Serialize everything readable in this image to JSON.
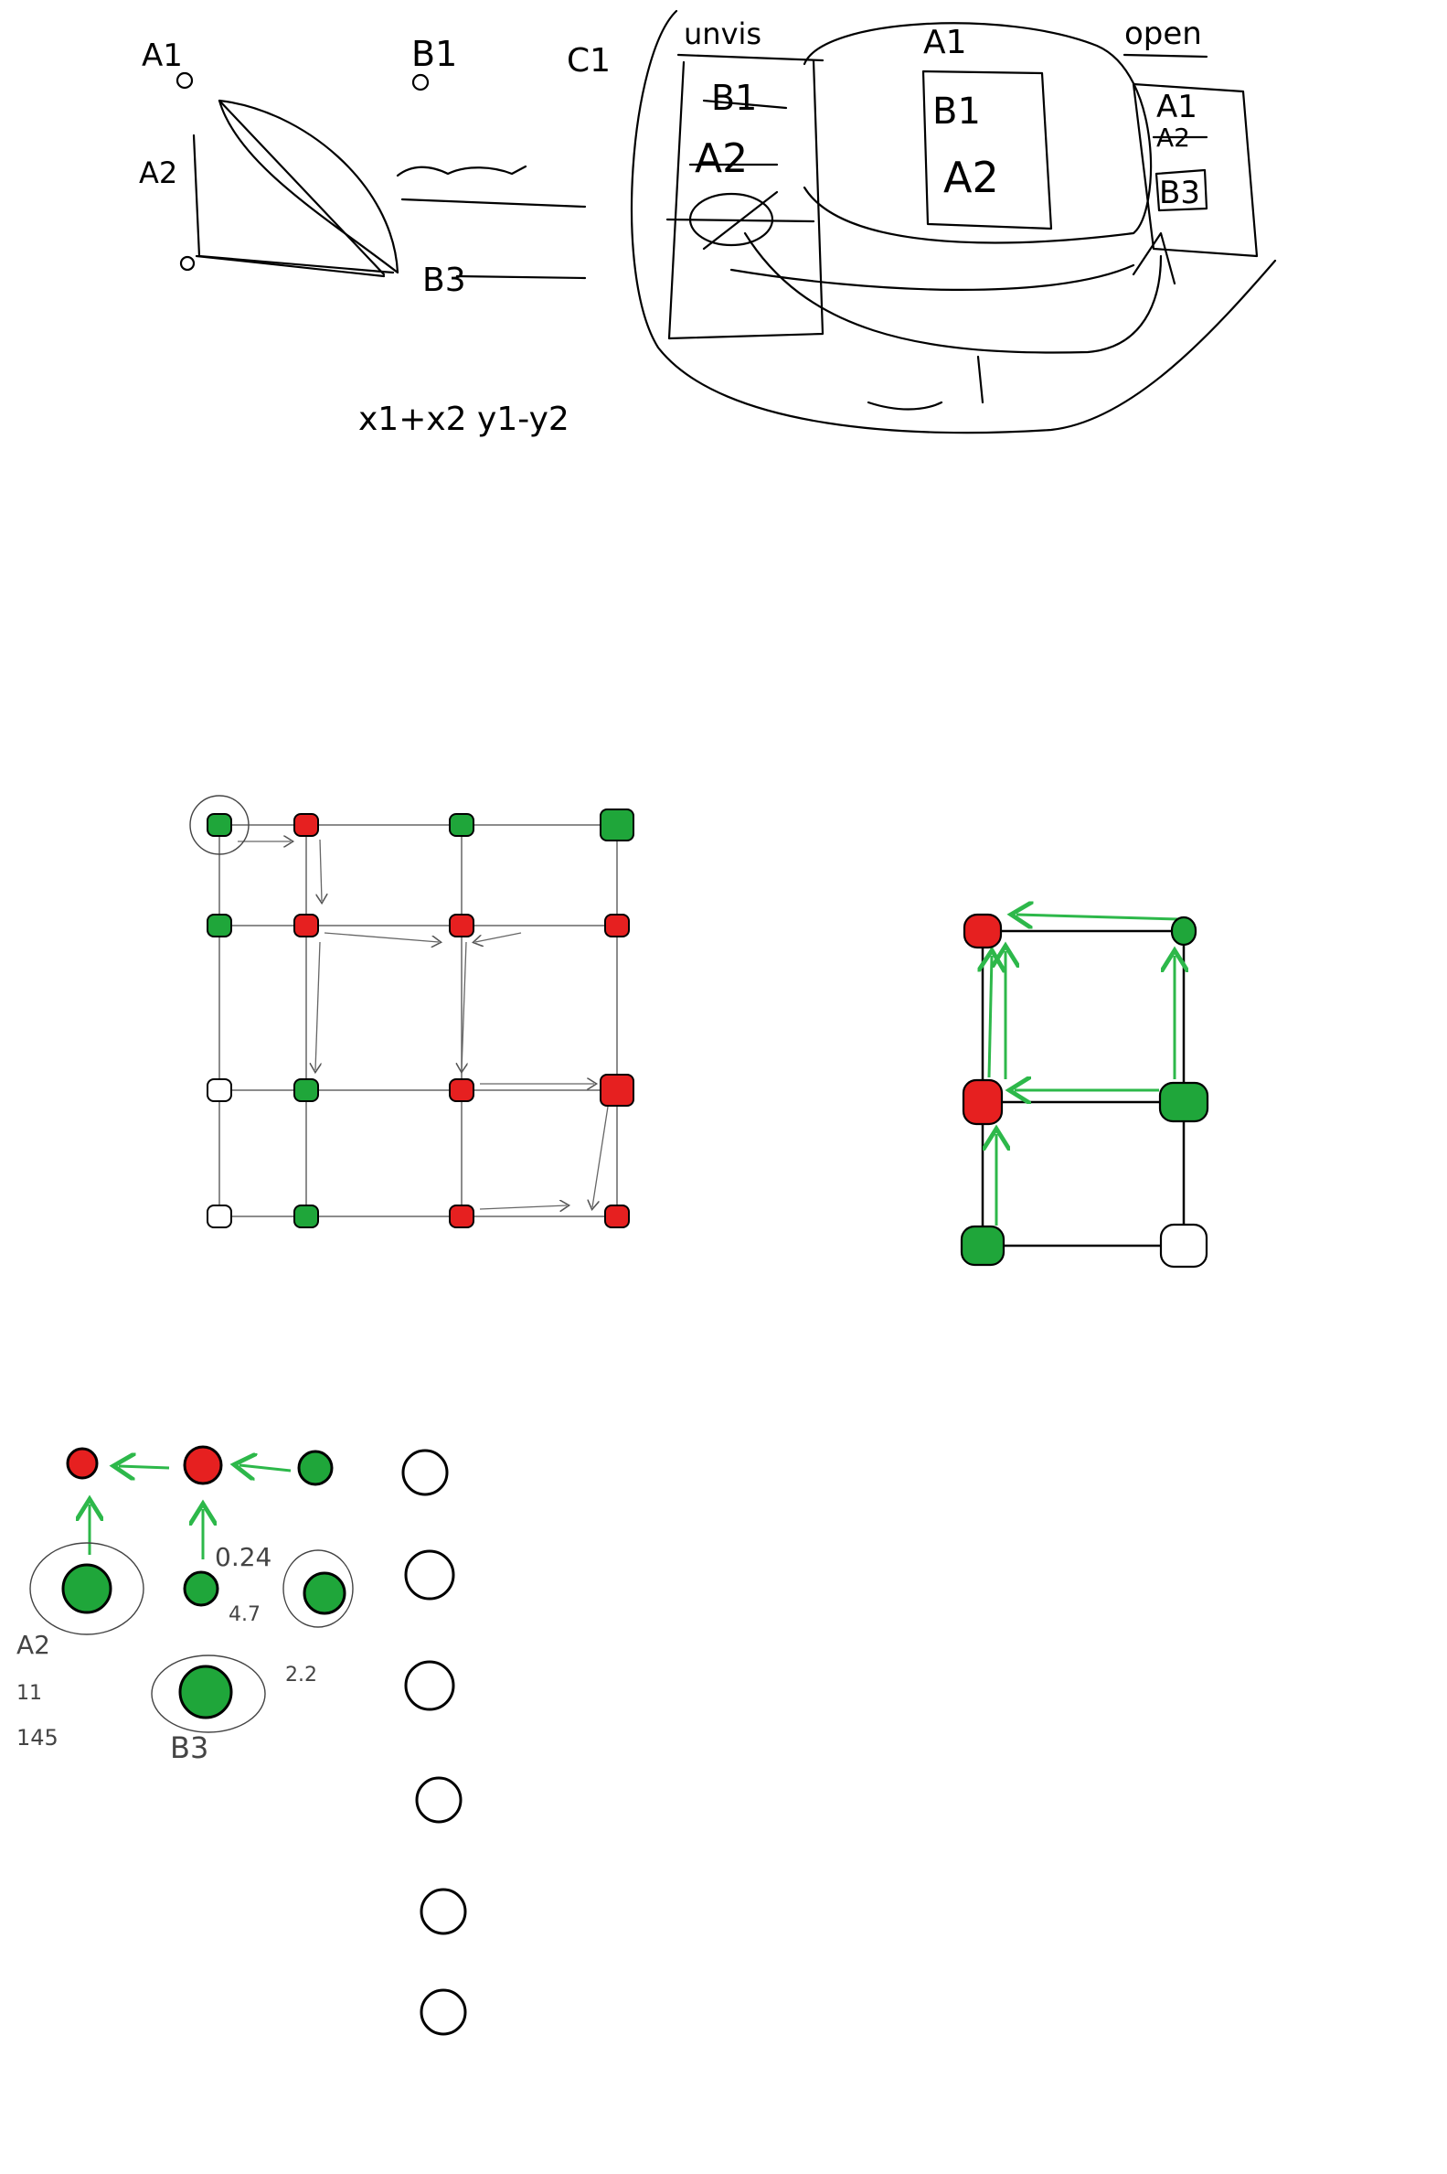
{
  "sketch_top": {
    "labels": [
      "A1",
      "A2",
      "B1",
      "B3",
      "C1",
      "unvis",
      "open",
      "A1",
      "x1+x2 y1-y2"
    ],
    "unvis_list": [
      "B1",
      "A2"
    ],
    "center_list": [
      "B1",
      "A2"
    ],
    "open_list": [
      "A1",
      "A2",
      "B3"
    ]
  },
  "grid_diagram": {
    "nodes": [
      [
        "green",
        "red",
        "green",
        "green"
      ],
      [
        "green",
        "red",
        "red",
        "red"
      ],
      [
        "white",
        "green",
        "red",
        "red"
      ],
      [
        "white",
        "green",
        "red",
        "red"
      ]
    ]
  },
  "small_graph": {
    "nodes": [
      [
        "red",
        "green"
      ],
      [
        "red",
        "green"
      ],
      [
        "green",
        "white"
      ]
    ]
  },
  "bottom_diagram": {
    "annotations": [
      "0.24",
      "4.7",
      "A2",
      "11",
      "145",
      "B3",
      "2.2"
    ],
    "colors": {
      "red": "#e62020",
      "green": "#1fa63a",
      "arrow": "#2db84a"
    }
  }
}
